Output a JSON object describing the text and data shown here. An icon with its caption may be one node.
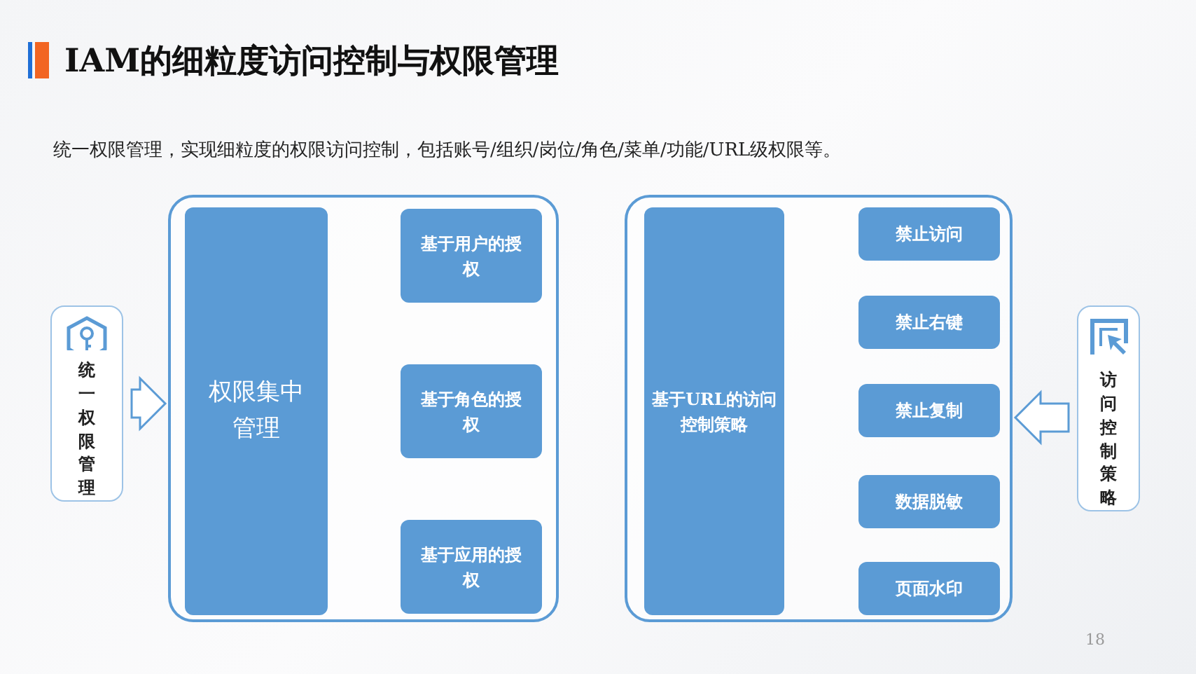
{
  "diagram": {
    "title": "IAM的细粒度访问控制与权限管理",
    "nodes": [
      {
        "text": [
          "统一权限管理"
        ]
      },
      {
        "text": [],
        "shape": "box"
      },
      {
        "text": [
          "权限集中管理"
        ],
        "in": 1
      },
      {
        "text": [
          "基于用户的授权"
        ],
        "in": 1
      },
      {
        "text": [
          "基于角色的授权"
        ],
        "in": 1
      },
      {
        "text": [
          "基于应用的授权"
        ],
        "in": 1
      },
      {
        "text": [],
        "shape": "box"
      },
      {
        "text": [
          "基于URL的访问控制策略"
        ],
        "in": 6
      },
      {
        "text": [
          "禁止访问"
        ],
        "in": 6
      },
      {
        "text": [
          "禁止右键"
        ],
        "in": 6
      },
      {
        "text": [
          "禁止复制"
        ],
        "in": 6
      },
      {
        "text": [
          "数据脱敏"
        ],
        "in": 6
      },
      {
        "text": [
          "页面水印"
        ],
        "in": 6
      },
      {
        "text": [
          "访问控制策略"
        ]
      }
    ],
    "edges": [
      {
        "from": 0,
        "to": 1,
        "arrow": "to"
      },
      {
        "from": 13,
        "to": 6,
        "arrow": "to"
      }
    ],
    "labels": [
      "统一权限管理，实现细粒度的权限访问控制，包括账号/组织/岗位/角色/菜单/功能/URL级权限等。",
      "18"
    ]
  }
}
